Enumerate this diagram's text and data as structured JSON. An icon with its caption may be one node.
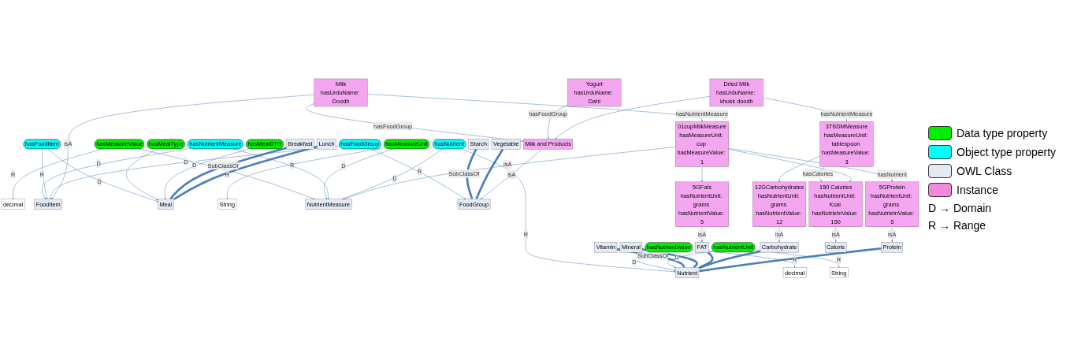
{
  "diagram": {
    "nodes": [
      {
        "text": [
          "Vitamin"
        ]
      },
      {
        "text": [
          "decimal"
        ]
      },
      {
        "text": [
          "hasMeasureValue"
        ]
      },
      {
        "text": [
          "hasNutrientMeasure"
        ]
      },
      {
        "text": [
          "FoodItem"
        ]
      },
      {
        "text": [
          "hasFoodItem"
        ]
      },
      {
        "text": [
          "Meal"
        ]
      },
      {
        "text": [
          "String"
        ]
      },
      {
        "text": [
          "hasMeasureUnit"
        ]
      },
      {
        "text": [
          "hasMealType"
        ]
      },
      {
        "text": [
          "NutrientMeasure"
        ]
      },
      {
        "text": [
          "hasMealDTG"
        ]
      },
      {
        "text": [
          "Mineral"
        ]
      },
      {
        "text": [
          "Nutrient"
        ]
      },
      {
        "text": [
          "hasNutrient"
        ]
      },
      {
        "text": [
          "Breakfast"
        ]
      },
      {
        "text": [
          "Lunch"
        ]
      },
      {
        "text": [
          "hasFoodGroup"
        ]
      },
      {
        "text": [
          "FAT"
        ]
      },
      {
        "text": [
          "hasNutrientValue"
        ]
      },
      {
        "text": [
          "decimal"
        ]
      },
      {
        "text": [
          "Milk",
          "hasUrduName: Doodh"
        ]
      },
      {
        "text": [
          "hasNutrientUnit"
        ]
      },
      {
        "text": [
          "String"
        ]
      },
      {
        "text": [
          "FoodGroup"
        ]
      },
      {
        "text": [
          "Carbohydrate"
        ]
      },
      {
        "text": [
          "5GFats",
          "hasNutrientUnit: grams hasNutrientValue: 5"
        ]
      },
      {
        "text": [
          "01cupMilkMeasure",
          "hasMeasureUnit: cup hasMeasureValue: 1"
        ]
      },
      {
        "text": [
          "Milk and Products"
        ]
      },
      {
        "text": [
          "Starch"
        ]
      },
      {
        "text": [
          "Vegetable"
        ]
      },
      {
        "text": [
          "12GCarbohydrates",
          "hasNutrientUnit: grams hasNutrientValue: 12"
        ]
      },
      {
        "text": [
          "Protein"
        ]
      },
      {
        "text": [
          "5GProtein",
          "hasNutrientUnit: grams hasNutrietnValue: 5"
        ]
      },
      {
        "text": [
          "3TSDMMeasure",
          "hasMeasureUnit: tablespoon hasMeasureValue: 3"
        ]
      },
      {
        "text": [
          "Yogurt",
          "hasUrduName: Dahi"
        ]
      },
      {
        "text": [
          "Calorie"
        ]
      },
      {
        "text": [
          "150 Calories",
          "hasNutrientUnit: Kcal hasNutrietnValue: 150"
        ]
      },
      {
        "text": [
          "Dried Milk",
          "hasUrduName: khusk doodh"
        ]
      }
    ],
    "edges": [
      {
        "from": 2,
        "to": 1,
        "arrow": "to",
        "label": "R"
      },
      {
        "from": 2,
        "to": 10,
        "arrow": "to"
      },
      {
        "from": 8,
        "to": 7,
        "arrow": "to",
        "label": "R"
      },
      {
        "from": 8,
        "to": 10,
        "arrow": "to",
        "label": "D"
      },
      {
        "from": 3,
        "to": 4,
        "arrow": "to",
        "label": "D"
      },
      {
        "from": 3,
        "to": 10,
        "arrow": "to",
        "label": "R"
      },
      {
        "from": 5,
        "to": 4,
        "arrow": "to",
        "label": "R"
      },
      {
        "from": 5,
        "to": 6,
        "arrow": "to",
        "label": "D"
      },
      {
        "from": 9,
        "to": 6,
        "arrow": "to"
      },
      {
        "from": 11,
        "to": 6,
        "arrow": "to",
        "label": "D"
      },
      {
        "from": 14,
        "to": 13,
        "arrow": "to",
        "label": "R"
      },
      {
        "from": 14,
        "to": 10,
        "arrow": "to",
        "label": "D"
      },
      {
        "from": 19,
        "to": 13,
        "arrow": "to",
        "label": "D"
      },
      {
        "from": 19,
        "to": 20,
        "arrow": "to",
        "label": "R"
      },
      {
        "from": 22,
        "to": 13,
        "arrow": "to",
        "label": "D"
      },
      {
        "from": 22,
        "to": 23,
        "arrow": "to",
        "label": "R"
      },
      {
        "from": 17,
        "to": 4,
        "arrow": "to",
        "label": "D"
      },
      {
        "from": 17,
        "to": 24,
        "arrow": "to",
        "label": "R"
      },
      {
        "from": 0,
        "to": 13,
        "arrow": "to",
        "style": "thick",
        "label": "SubClassOf"
      },
      {
        "from": 12,
        "to": 13,
        "arrow": "to",
        "style": "thick"
      },
      {
        "from": 18,
        "to": 13,
        "arrow": "to",
        "style": "thick"
      },
      {
        "from": 25,
        "to": 13,
        "arrow": "to",
        "style": "thick"
      },
      {
        "from": 32,
        "to": 13,
        "arrow": "to",
        "style": "thick"
      },
      {
        "from": 15,
        "to": 6,
        "arrow": "to",
        "style": "thick",
        "label": "SubClassOf"
      },
      {
        "from": 16,
        "to": 6,
        "arrow": "to",
        "style": "thick"
      },
      {
        "from": 29,
        "to": 24,
        "arrow": "to",
        "style": "thick",
        "label": "SubClassOf"
      },
      {
        "from": 30,
        "to": 24,
        "arrow": "to",
        "style": "thick"
      },
      {
        "from": 26,
        "to": 18,
        "arrow": "to",
        "label": "isA"
      },
      {
        "from": 31,
        "to": 25,
        "arrow": "to",
        "label": "isA"
      },
      {
        "from": 33,
        "to": 32,
        "arrow": "to",
        "label": "isA"
      },
      {
        "from": 37,
        "to": 36,
        "arrow": "to",
        "label": "isA"
      },
      {
        "from": 27,
        "to": 10,
        "arrow": "to",
        "label": "isA"
      },
      {
        "from": 21,
        "to": 4,
        "arrow": "to",
        "label": "isA"
      },
      {
        "from": 28,
        "to": 24,
        "arrow": "to",
        "label": "isA"
      },
      {
        "from": 21,
        "to": 28,
        "arrow": "to",
        "label": "hasFoodGroup"
      },
      {
        "from": 35,
        "to": 28,
        "arrow": "to",
        "label": "hasFoodGroup"
      },
      {
        "from": 38,
        "to": 28,
        "arrow": "to"
      },
      {
        "from": 21,
        "to": 27,
        "arrow": "to",
        "label": "hasNutrientMeasure"
      },
      {
        "from": 38,
        "to": 34,
        "arrow": "to",
        "label": "hasNutrientMeasure"
      },
      {
        "from": 34,
        "to": 31,
        "arrow": "to"
      },
      {
        "from": 34,
        "to": 37,
        "arrow": "to",
        "label": "hasCalories"
      },
      {
        "from": 27,
        "to": 37,
        "arrow": "to"
      },
      {
        "from": 27,
        "to": 26,
        "arrow": "to"
      },
      {
        "from": 27,
        "to": 33,
        "arrow": "to",
        "label": "hasNutrient"
      }
    ],
    "labels": [
      "D → Domain",
      "R → Range"
    ],
    "legend": [
      {
        "text": "Data type property",
        "color": "#00ee00"
      },
      {
        "text": "Object type property",
        "color": "#00ffff"
      },
      {
        "text": "OWL Class",
        "color": "#e3eaf5"
      },
      {
        "text": "Instance",
        "color": "#f088dc"
      }
    ]
  }
}
